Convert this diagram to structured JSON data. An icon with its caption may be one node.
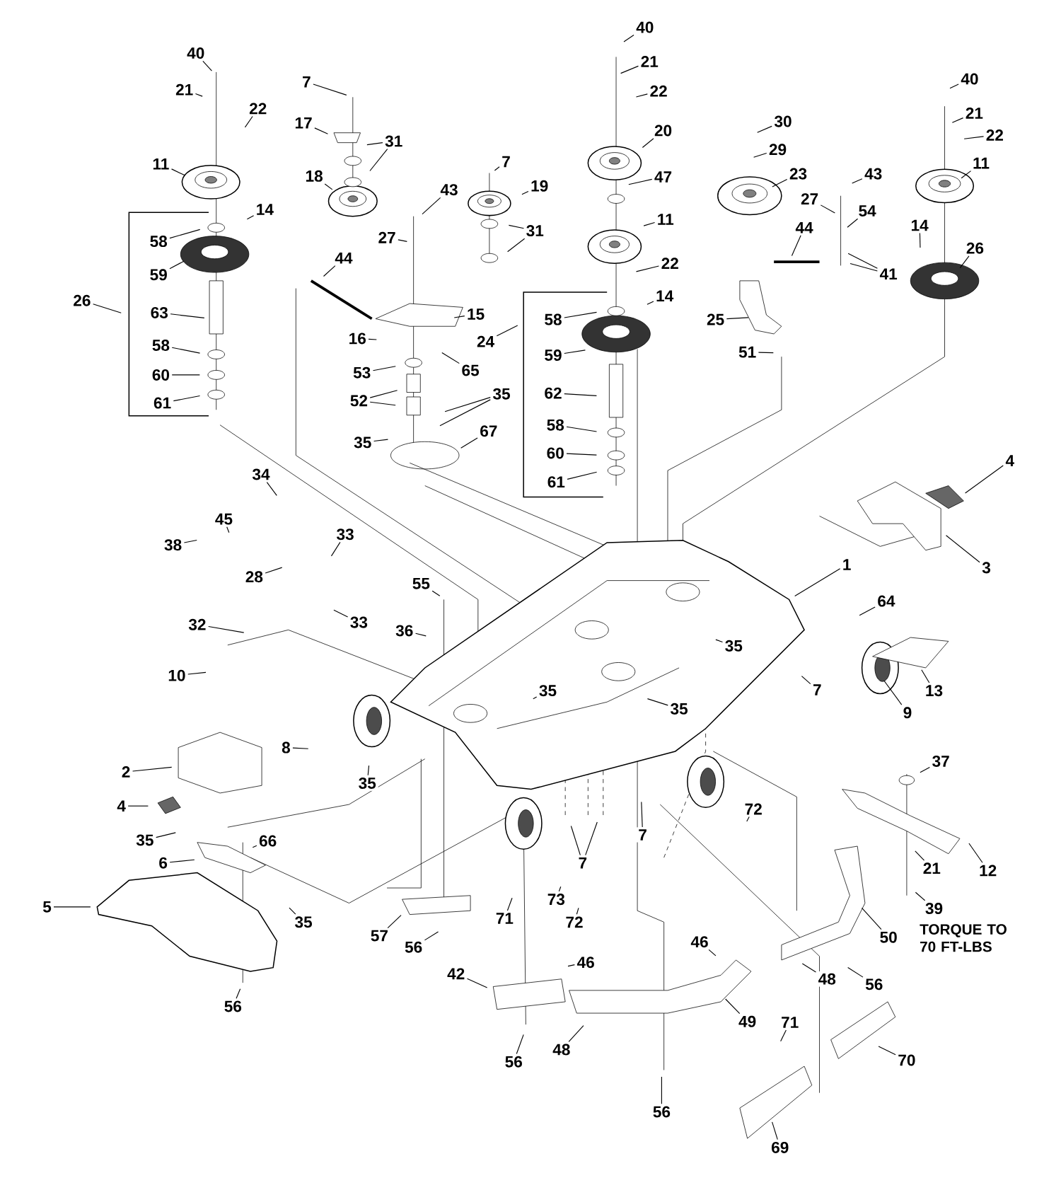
{
  "diagram": {
    "nodes": [
      {
        "text": [
          "40"
        ]
      },
      {
        "text": [
          "21"
        ]
      },
      {
        "text": [
          "22"
        ]
      },
      {
        "text": [
          "11"
        ]
      },
      {
        "text": [
          "14"
        ]
      },
      {
        "text": [
          "58"
        ]
      },
      {
        "text": [
          "59"
        ]
      },
      {
        "text": [
          "26"
        ]
      },
      {
        "text": [
          "63"
        ]
      },
      {
        "text": [
          "58"
        ]
      },
      {
        "text": [
          "60"
        ]
      },
      {
        "text": [
          "61"
        ]
      },
      {
        "text": [
          "7"
        ]
      },
      {
        "text": [
          "17"
        ]
      },
      {
        "text": [
          "31"
        ]
      },
      {
        "text": [
          "18"
        ]
      },
      {
        "text": [
          "7"
        ]
      },
      {
        "text": [
          "19"
        ]
      },
      {
        "text": [
          "43"
        ]
      },
      {
        "text": [
          "31"
        ]
      },
      {
        "text": [
          "27"
        ]
      },
      {
        "text": [
          "44"
        ]
      },
      {
        "text": [
          "15"
        ]
      },
      {
        "text": [
          "16"
        ]
      },
      {
        "text": [
          "53"
        ]
      },
      {
        "text": [
          "65"
        ]
      },
      {
        "text": [
          "52"
        ]
      },
      {
        "text": [
          "35"
        ]
      },
      {
        "text": [
          "67"
        ]
      },
      {
        "text": [
          "35"
        ]
      },
      {
        "text": [
          "40"
        ]
      },
      {
        "text": [
          "21"
        ]
      },
      {
        "text": [
          "22"
        ]
      },
      {
        "text": [
          "20"
        ]
      },
      {
        "text": [
          "47"
        ]
      },
      {
        "text": [
          "11"
        ]
      },
      {
        "text": [
          "22"
        ]
      },
      {
        "text": [
          "14"
        ]
      },
      {
        "text": [
          "24"
        ]
      },
      {
        "text": [
          "58"
        ]
      },
      {
        "text": [
          "59"
        ]
      },
      {
        "text": [
          "62"
        ]
      },
      {
        "text": [
          "58"
        ]
      },
      {
        "text": [
          "60"
        ]
      },
      {
        "text": [
          "61"
        ]
      },
      {
        "text": [
          "30"
        ]
      },
      {
        "text": [
          "29"
        ]
      },
      {
        "text": [
          "23"
        ]
      },
      {
        "text": [
          "44"
        ]
      },
      {
        "text": [
          "43"
        ]
      },
      {
        "text": [
          "27"
        ]
      },
      {
        "text": [
          "54"
        ]
      },
      {
        "text": [
          "41"
        ]
      },
      {
        "text": [
          "25"
        ]
      },
      {
        "text": [
          "51"
        ]
      },
      {
        "text": [
          "40"
        ]
      },
      {
        "text": [
          "21"
        ]
      },
      {
        "text": [
          "22"
        ]
      },
      {
        "text": [
          "11"
        ]
      },
      {
        "text": [
          "14"
        ]
      },
      {
        "text": [
          "26"
        ]
      },
      {
        "text": [
          "34"
        ]
      },
      {
        "text": [
          "45"
        ]
      },
      {
        "text": [
          "38"
        ]
      },
      {
        "text": [
          "33"
        ]
      },
      {
        "text": [
          "28"
        ]
      },
      {
        "text": [
          "33"
        ]
      },
      {
        "text": [
          "32"
        ]
      },
      {
        "text": [
          "10"
        ]
      },
      {
        "text": [
          "55"
        ]
      },
      {
        "text": [
          "36"
        ]
      },
      {
        "text": [
          "4"
        ]
      },
      {
        "text": [
          "3"
        ]
      },
      {
        "text": [
          "1"
        ]
      },
      {
        "text": [
          "64"
        ]
      },
      {
        "text": [
          "35"
        ]
      },
      {
        "text": [
          "7"
        ]
      },
      {
        "text": [
          "13"
        ]
      },
      {
        "text": [
          "9"
        ]
      },
      {
        "text": [
          "35"
        ]
      },
      {
        "text": [
          "35"
        ]
      },
      {
        "text": [
          "8"
        ]
      },
      {
        "text": [
          "2"
        ]
      },
      {
        "text": [
          "4"
        ]
      },
      {
        "text": [
          "35"
        ]
      },
      {
        "text": [
          "37"
        ]
      },
      {
        "text": [
          "72"
        ]
      },
      {
        "text": [
          "7"
        ]
      },
      {
        "text": [
          "7"
        ]
      },
      {
        "text": [
          "12"
        ]
      },
      {
        "text": [
          "21"
        ]
      },
      {
        "text": [
          "39"
        ]
      },
      {
        "text": [
          "35"
        ]
      },
      {
        "text": [
          "66"
        ]
      },
      {
        "text": [
          "6"
        ]
      },
      {
        "text": [
          "5"
        ]
      },
      {
        "text": [
          "35"
        ]
      },
      {
        "text": [
          "71"
        ]
      },
      {
        "text": [
          "73"
        ]
      },
      {
        "text": [
          "72"
        ]
      },
      {
        "text": [
          "57"
        ]
      },
      {
        "text": [
          "56"
        ]
      },
      {
        "text": [
          "50"
        ]
      },
      {
        "text": [
          "46"
        ]
      },
      {
        "text": [
          "48"
        ]
      },
      {
        "text": [
          "56"
        ]
      },
      {
        "text": [
          "42"
        ]
      },
      {
        "text": [
          "46"
        ]
      },
      {
        "text": [
          "56"
        ]
      },
      {
        "text": [
          "49"
        ]
      },
      {
        "text": [
          "71"
        ]
      },
      {
        "text": [
          "56"
        ]
      },
      {
        "text": [
          "48"
        ]
      },
      {
        "text": [
          "70"
        ]
      },
      {
        "text": [
          "56"
        ]
      },
      {
        "text": [
          "69"
        ]
      }
    ],
    "edges": [
      {
        "from": 0,
        "to": null,
        "arrow": "none"
      },
      {
        "from": 1,
        "to": null,
        "arrow": "none"
      },
      {
        "from": 2,
        "to": null,
        "arrow": "none"
      },
      {
        "from": 3,
        "to": null,
        "arrow": "none"
      },
      {
        "from": 4,
        "to": null,
        "arrow": "none"
      },
      {
        "from": 5,
        "to": null,
        "arrow": "none"
      },
      {
        "from": 6,
        "to": null,
        "arrow": "none"
      },
      {
        "from": 7,
        "to": null,
        "arrow": "none"
      },
      {
        "from": 8,
        "to": null,
        "arrow": "none"
      },
      {
        "from": 9,
        "to": null,
        "arrow": "none"
      },
      {
        "from": 10,
        "to": null,
        "arrow": "none"
      },
      {
        "from": 11,
        "to": null,
        "arrow": "none"
      },
      {
        "from": 12,
        "to": null,
        "arrow": "none"
      },
      {
        "from": 13,
        "to": null,
        "arrow": "none"
      },
      {
        "from": 14,
        "to": null,
        "arrow": "none"
      },
      {
        "from": 14,
        "to": null,
        "arrow": "none"
      },
      {
        "from": 15,
        "to": null,
        "arrow": "none"
      },
      {
        "from": 16,
        "to": null,
        "arrow": "none"
      },
      {
        "from": 17,
        "to": null,
        "arrow": "none"
      },
      {
        "from": 18,
        "to": null,
        "arrow": "none"
      },
      {
        "from": 19,
        "to": null,
        "arrow": "none"
      },
      {
        "from": 19,
        "to": null,
        "arrow": "none"
      },
      {
        "from": 20,
        "to": null,
        "arrow": "none"
      },
      {
        "from": 21,
        "to": null,
        "arrow": "none"
      },
      {
        "from": 22,
        "to": null,
        "arrow": "none"
      },
      {
        "from": 23,
        "to": null,
        "arrow": "none"
      },
      {
        "from": 24,
        "to": null,
        "arrow": "none"
      },
      {
        "from": 25,
        "to": null,
        "arrow": "none"
      },
      {
        "from": 26,
        "to": null,
        "arrow": "none"
      },
      {
        "from": 26,
        "to": null,
        "arrow": "none"
      },
      {
        "from": 27,
        "to": null,
        "arrow": "none"
      },
      {
        "from": 27,
        "to": null,
        "arrow": "none"
      },
      {
        "from": 28,
        "to": null,
        "arrow": "none"
      },
      {
        "from": 29,
        "to": null,
        "arrow": "none"
      },
      {
        "from": 30,
        "to": null,
        "arrow": "none"
      },
      {
        "from": 31,
        "to": null,
        "arrow": "none"
      },
      {
        "from": 32,
        "to": null,
        "arrow": "none"
      },
      {
        "from": 33,
        "to": null,
        "arrow": "none"
      },
      {
        "from": 34,
        "to": null,
        "arrow": "none"
      },
      {
        "from": 35,
        "to": null,
        "arrow": "none"
      },
      {
        "from": 36,
        "to": null,
        "arrow": "none"
      },
      {
        "from": 37,
        "to": null,
        "arrow": "none"
      },
      {
        "from": 38,
        "to": null,
        "arrow": "none"
      },
      {
        "from": 39,
        "to": null,
        "arrow": "none"
      },
      {
        "from": 40,
        "to": null,
        "arrow": "none"
      },
      {
        "from": 41,
        "to": null,
        "arrow": "none"
      },
      {
        "from": 42,
        "to": null,
        "arrow": "none"
      },
      {
        "from": 43,
        "to": null,
        "arrow": "none"
      },
      {
        "from": 44,
        "to": null,
        "arrow": "none"
      },
      {
        "from": 45,
        "to": null,
        "arrow": "none"
      },
      {
        "from": 46,
        "to": null,
        "arrow": "none"
      },
      {
        "from": 47,
        "to": null,
        "arrow": "none"
      },
      {
        "from": 48,
        "to": null,
        "arrow": "none"
      },
      {
        "from": 49,
        "to": null,
        "arrow": "none"
      },
      {
        "from": 50,
        "to": null,
        "arrow": "none"
      },
      {
        "from": 51,
        "to": null,
        "arrow": "none"
      },
      {
        "from": 52,
        "to": null,
        "arrow": "none"
      },
      {
        "from": 52,
        "to": null,
        "arrow": "none"
      },
      {
        "from": 53,
        "to": null,
        "arrow": "none"
      },
      {
        "from": 54,
        "to": null,
        "arrow": "none"
      },
      {
        "from": 55,
        "to": null,
        "arrow": "none"
      },
      {
        "from": 56,
        "to": null,
        "arrow": "none"
      },
      {
        "from": 57,
        "to": null,
        "arrow": "none"
      },
      {
        "from": 58,
        "to": null,
        "arrow": "none"
      },
      {
        "from": 59,
        "to": null,
        "arrow": "none"
      },
      {
        "from": 60,
        "to": null,
        "arrow": "none"
      },
      {
        "from": 61,
        "to": null,
        "arrow": "none"
      },
      {
        "from": 62,
        "to": null,
        "arrow": "none"
      },
      {
        "from": 63,
        "to": null,
        "arrow": "none"
      },
      {
        "from": 64,
        "to": null,
        "arrow": "none"
      },
      {
        "from": 65,
        "to": null,
        "arrow": "none"
      },
      {
        "from": 66,
        "to": null,
        "arrow": "none"
      },
      {
        "from": 67,
        "to": null,
        "arrow": "none"
      },
      {
        "from": 68,
        "to": null,
        "arrow": "none"
      },
      {
        "from": 69,
        "to": null,
        "arrow": "none"
      },
      {
        "from": 70,
        "to": null,
        "arrow": "none"
      },
      {
        "from": 71,
        "to": null,
        "arrow": "none"
      },
      {
        "from": 72,
        "to": null,
        "arrow": "none"
      },
      {
        "from": 73,
        "to": null,
        "arrow": "none"
      },
      {
        "from": 74,
        "to": null,
        "arrow": "none"
      },
      {
        "from": 75,
        "to": null,
        "arrow": "none"
      },
      {
        "from": 76,
        "to": null,
        "arrow": "none"
      },
      {
        "from": 77,
        "to": null,
        "arrow": "none"
      },
      {
        "from": 78,
        "to": null,
        "arrow": "none"
      },
      {
        "from": 79,
        "to": null,
        "arrow": "none"
      },
      {
        "from": 80,
        "to": null,
        "arrow": "none"
      },
      {
        "from": 81,
        "to": null,
        "arrow": "none"
      },
      {
        "from": 82,
        "to": null,
        "arrow": "none"
      },
      {
        "from": 83,
        "to": null,
        "arrow": "none"
      },
      {
        "from": 84,
        "to": null,
        "arrow": "none"
      },
      {
        "from": 85,
        "to": null,
        "arrow": "none"
      },
      {
        "from": 86,
        "to": null,
        "arrow": "none"
      },
      {
        "from": 87,
        "to": null,
        "arrow": "none"
      },
      {
        "from": 87,
        "to": null,
        "arrow": "none"
      },
      {
        "from": 88,
        "to": null,
        "arrow": "none"
      },
      {
        "from": 89,
        "to": null,
        "arrow": "none"
      },
      {
        "from": 90,
        "to": null,
        "arrow": "none"
      },
      {
        "from": 91,
        "to": null,
        "arrow": "none"
      },
      {
        "from": 92,
        "to": null,
        "arrow": "none"
      },
      {
        "from": 93,
        "to": null,
        "arrow": "none"
      },
      {
        "from": 94,
        "to": null,
        "arrow": "none"
      },
      {
        "from": 95,
        "to": null,
        "arrow": "none"
      },
      {
        "from": 96,
        "to": null,
        "arrow": "none"
      },
      {
        "from": 97,
        "to": null,
        "arrow": "none"
      },
      {
        "from": 98,
        "to": null,
        "arrow": "none"
      },
      {
        "from": 99,
        "to": null,
        "arrow": "none"
      },
      {
        "from": 100,
        "to": null,
        "arrow": "none"
      },
      {
        "from": 101,
        "to": null,
        "arrow": "none"
      },
      {
        "from": 102,
        "to": null,
        "arrow": "none"
      },
      {
        "from": 103,
        "to": null,
        "arrow": "none"
      },
      {
        "from": 104,
        "to": null,
        "arrow": "none"
      },
      {
        "from": 105,
        "to": null,
        "arrow": "none"
      },
      {
        "from": 106,
        "to": null,
        "arrow": "none"
      },
      {
        "from": 107,
        "to": null,
        "arrow": "none"
      },
      {
        "from": 108,
        "to": null,
        "arrow": "none"
      },
      {
        "from": 109,
        "to": null,
        "arrow": "none"
      },
      {
        "from": 110,
        "to": null,
        "arrow": "none"
      },
      {
        "from": 111,
        "to": null,
        "arrow": "none"
      },
      {
        "from": 112,
        "to": null,
        "arrow": "none"
      },
      {
        "from": 113,
        "to": null,
        "arrow": "none"
      },
      {
        "from": 114,
        "to": null,
        "arrow": "none"
      },
      {
        "from": 115,
        "to": null,
        "arrow": "none"
      }
    ],
    "labels": [
      "TORQUE TO 70 FT-LBS"
    ]
  }
}
